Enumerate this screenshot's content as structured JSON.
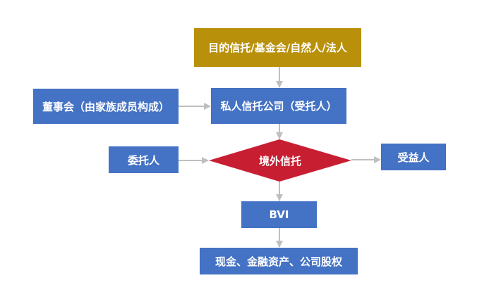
{
  "colors": {
    "box_blue": "#4472C4",
    "box_gold": "#B8900A",
    "diamond_red": "#C81E32",
    "connector_gray": "#BFBFBF"
  },
  "nodes": {
    "purpose_trust": "目的信托/基金会/自然人/法人",
    "board": "董事会（由家族成员构成）",
    "private_trust_company": "私人信托公司（受托人）",
    "settlor": "委托人",
    "offshore_trust": "境外信托",
    "beneficiary": "受益人",
    "bvi": "BVI",
    "assets": "现金、金融资产、公司股权"
  },
  "edges": [
    {
      "from": "purpose_trust",
      "to": "private_trust_company"
    },
    {
      "from": "board",
      "to": "private_trust_company"
    },
    {
      "from": "private_trust_company",
      "to": "offshore_trust"
    },
    {
      "from": "settlor",
      "to": "offshore_trust"
    },
    {
      "from": "offshore_trust",
      "to": "beneficiary"
    },
    {
      "from": "offshore_trust",
      "to": "bvi"
    },
    {
      "from": "bvi",
      "to": "assets"
    }
  ]
}
